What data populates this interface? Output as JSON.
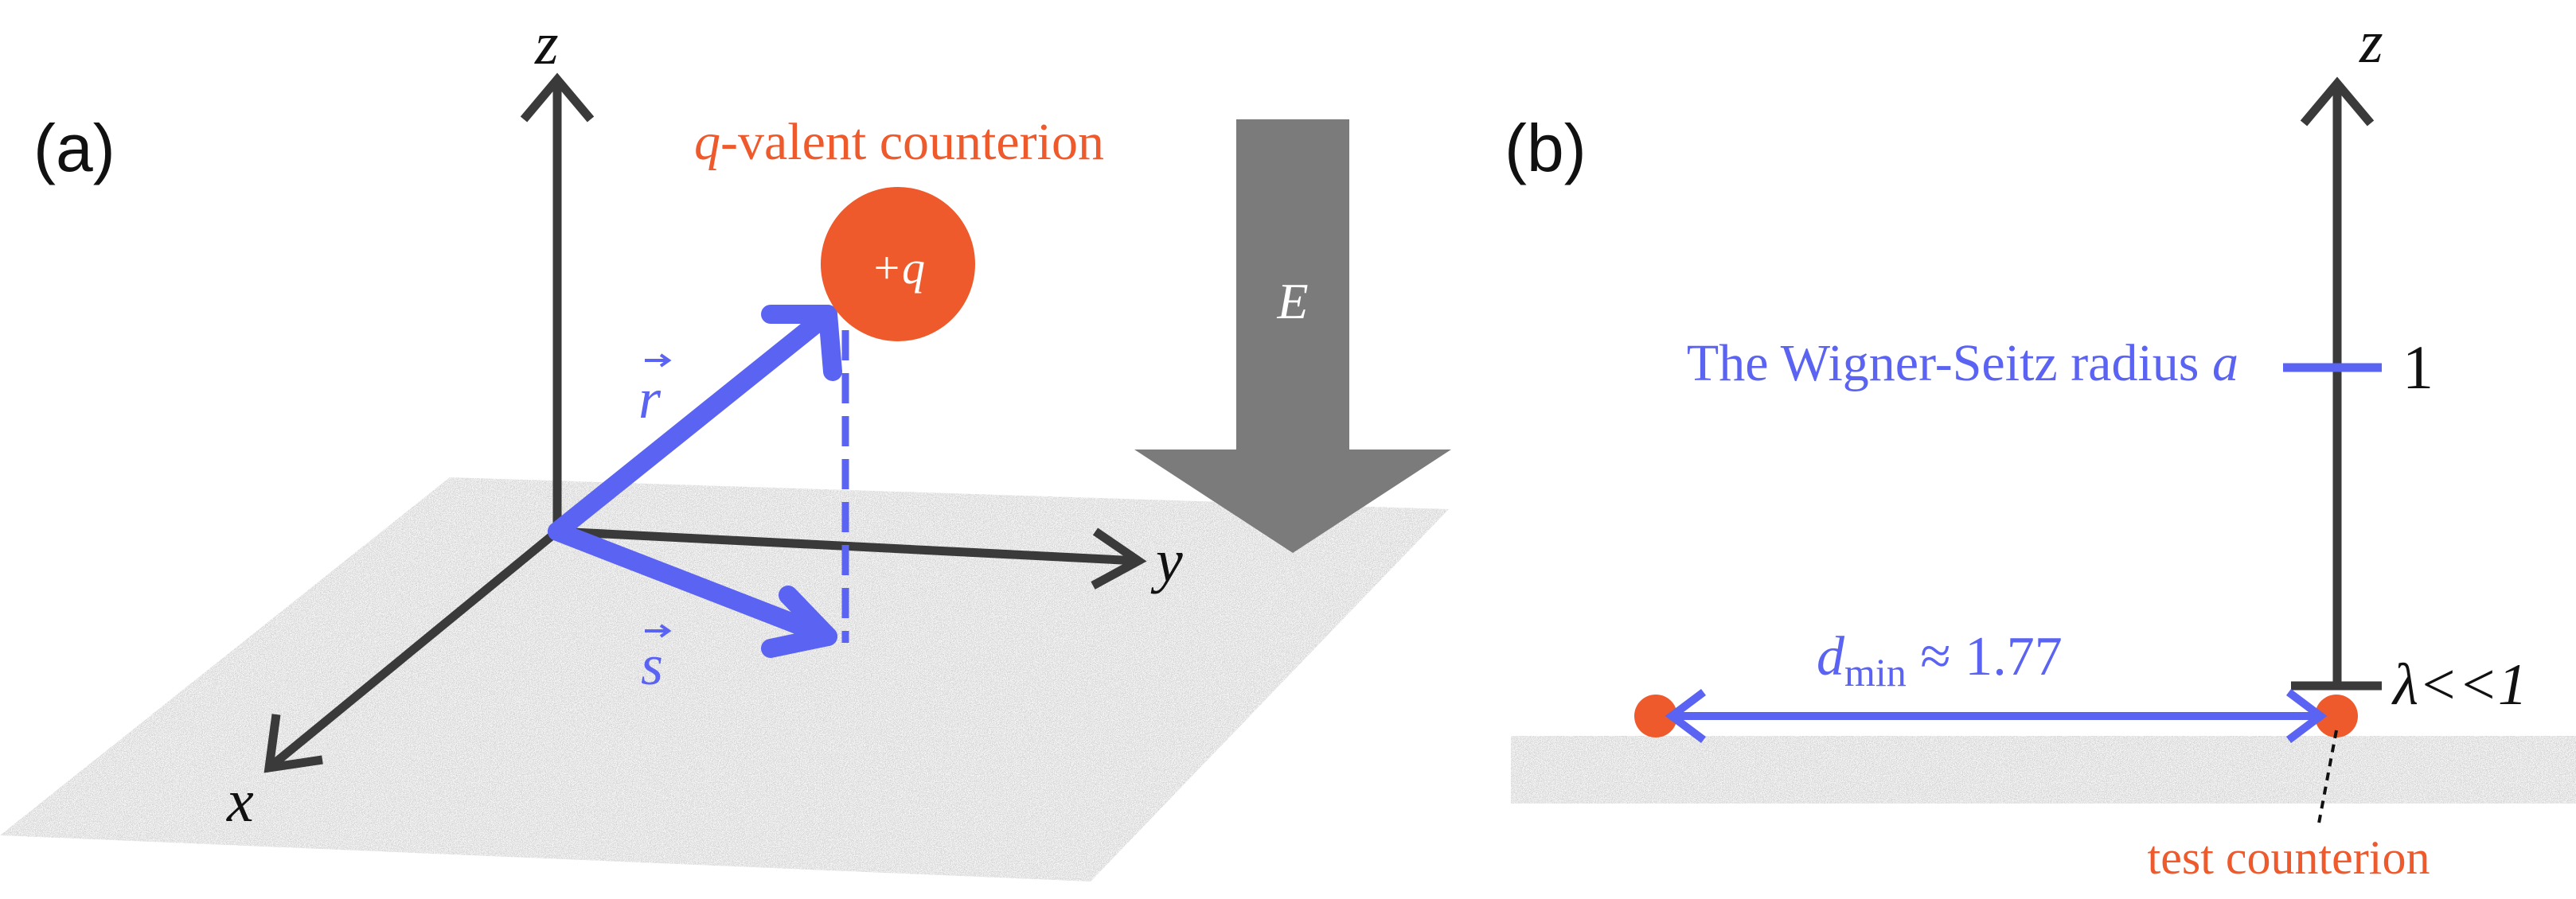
{
  "colors": {
    "axis": "#3a3a3a",
    "vector": "#5b63f2",
    "ion": "#ee5a2c",
    "field_arrow": "#7b7b7b",
    "surface_light": "#e4e4e4",
    "surface_dark": "#8c8c8c"
  },
  "panel_a": {
    "label": "(a)",
    "axis_z": "z",
    "axis_y": "y",
    "axis_x": "x",
    "ion_charge": "+q",
    "ion_title_italic": "q",
    "ion_title_rest": "-valent counterion",
    "vector_r": "r",
    "vector_s": "s",
    "field_label": "E",
    "icons": [
      "surface-texture",
      "vector-arrow",
      "field-arrow"
    ]
  },
  "panel_b": {
    "label": "(b)",
    "axis_z": "z",
    "wigner_seitz_label": "The Wigner-Seitz radius ",
    "wigner_seitz_symbol": "a",
    "tick_one": "1",
    "tick_lambda": "λ<<1",
    "dmin_symbol": "d",
    "dmin_sub": "min",
    "dmin_value": " ≈ 1.77",
    "test_label": "test counterion"
  }
}
